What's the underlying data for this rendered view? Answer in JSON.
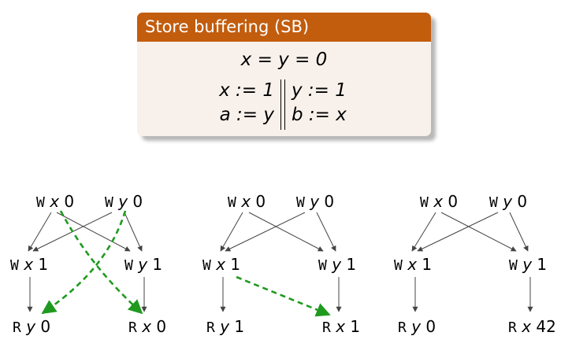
{
  "block": {
    "title": "Store buffering (SB)",
    "init": "x = y = 0",
    "thread1": [
      "x := 1",
      "a := y"
    ],
    "thread2": [
      "y := 1",
      "b := x"
    ]
  },
  "diagrams": [
    {
      "nodes": {
        "w_x0": {
          "op": "W",
          "var": "x",
          "val": "0"
        },
        "w_y0": {
          "op": "W",
          "var": "y",
          "val": "0"
        },
        "w_x1": {
          "op": "W",
          "var": "x",
          "val": "1"
        },
        "w_y1": {
          "op": "W",
          "var": "y",
          "val": "1"
        },
        "r_y": {
          "op": "R",
          "var": "y",
          "val": "0"
        },
        "r_x": {
          "op": "R",
          "var": "x",
          "val": "0"
        }
      }
    },
    {
      "nodes": {
        "w_x0": {
          "op": "W",
          "var": "x",
          "val": "0"
        },
        "w_y0": {
          "op": "W",
          "var": "y",
          "val": "0"
        },
        "w_x1": {
          "op": "W",
          "var": "x",
          "val": "1"
        },
        "w_y1": {
          "op": "W",
          "var": "y",
          "val": "1"
        },
        "r_y": {
          "op": "R",
          "var": "y",
          "val": "1"
        },
        "r_x": {
          "op": "R",
          "var": "x",
          "val": "1"
        }
      }
    },
    {
      "nodes": {
        "w_x0": {
          "op": "W",
          "var": "x",
          "val": "0"
        },
        "w_y0": {
          "op": "W",
          "var": "y",
          "val": "0"
        },
        "w_x1": {
          "op": "W",
          "var": "x",
          "val": "1"
        },
        "w_y1": {
          "op": "W",
          "var": "y",
          "val": "1"
        },
        "r_y": {
          "op": "R",
          "var": "y",
          "val": "0"
        },
        "r_x": {
          "op": "R",
          "var": "x",
          "val": "42"
        }
      }
    }
  ],
  "colors": {
    "block_header": "#c25d0e",
    "block_body": "#f8f1eb",
    "reads_from_edge": "#1f9a1f",
    "edge": "#444444"
  }
}
